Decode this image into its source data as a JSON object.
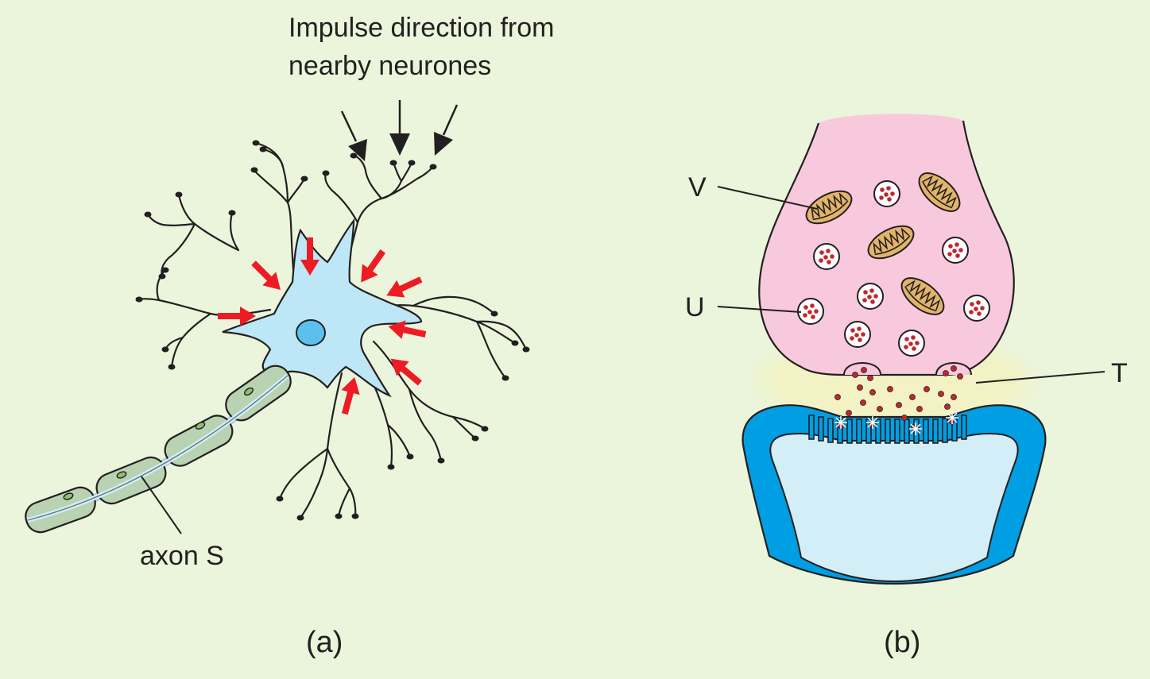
{
  "figure": {
    "background_color": "#eaf5dc",
    "panel_a": {
      "caption": "(a)",
      "impulse_label_line1": "Impulse direction from",
      "impulse_label_line2": "nearby neurones",
      "axon_label": "axon S",
      "cell_body_color": "#bde6f6",
      "nucleus_color": "#5bc1ec",
      "myelin_color": "#b9d2b2",
      "arrow_color": "#ed1c24",
      "incoming_arrow_color": "#231f20"
    },
    "panel_b": {
      "caption": "(b)",
      "label_v": "V",
      "label_u": "U",
      "label_t": "T",
      "knob_color": "#f8c8dc",
      "cleft_color": "#f2f2c4",
      "postsynaptic_fill": "#d3eef6",
      "postsynaptic_membrane": "#009ee3",
      "mitochondrion_color": "#e2b46a",
      "vesicle_dot_color": "#c1272d"
    }
  }
}
